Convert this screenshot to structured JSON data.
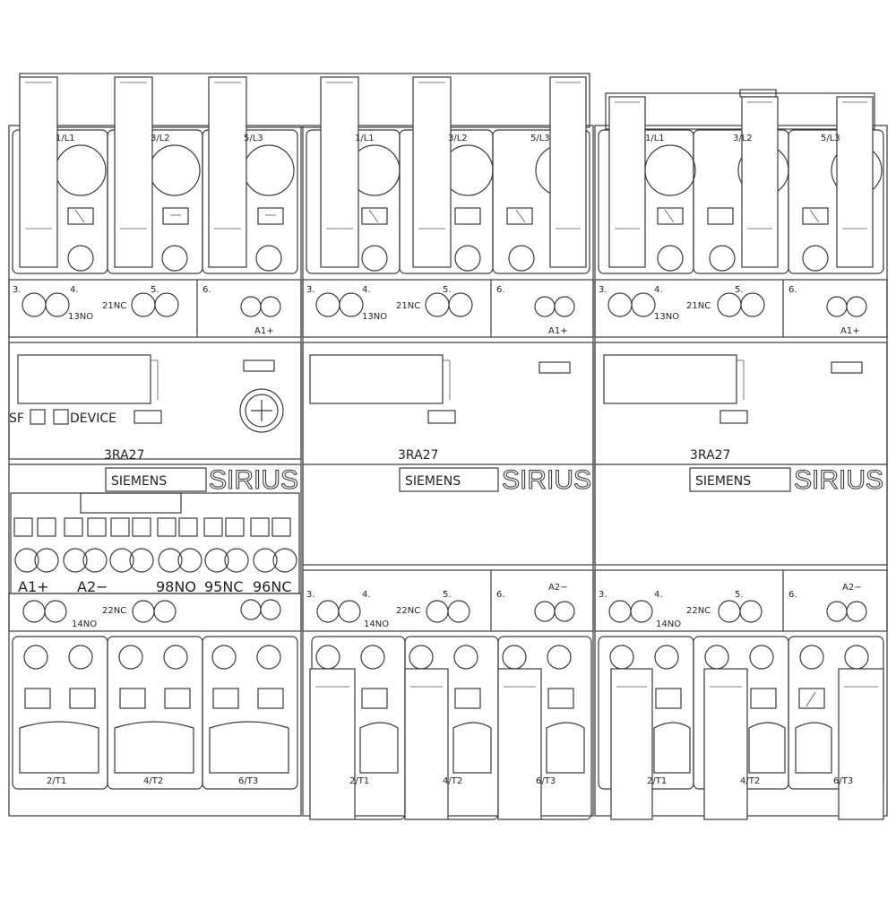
{
  "colors": {
    "stroke": "#3a3a3a",
    "fill": "#ffffff",
    "text": "#222222"
  },
  "modules": [
    {
      "model": "3RA27",
      "brand": "SIEMENS",
      "series": "SIRIUS",
      "top_terminals": [
        "1/L1",
        "3/L2",
        "5/L3"
      ],
      "aux_top": [
        "3.",
        "4.",
        "5.",
        "6.",
        "13NO",
        "21NC",
        "A1+"
      ],
      "aux_bottom": [
        "14NO",
        "22NC"
      ],
      "bottom_terminals": [
        "2/T1",
        "4/T2",
        "6/T3"
      ],
      "face_labels": {
        "sf": "SF",
        "device": "DEVICE"
      },
      "io_labels": [
        "A1+",
        "A2−",
        "98NO",
        "95NC",
        "96NC"
      ]
    },
    {
      "model": "3RA27",
      "brand": "SIEMENS",
      "series": "SIRIUS",
      "top_terminals": [
        "1/L1",
        "3/L2",
        "5/L3"
      ],
      "aux_top": [
        "3.",
        "4.",
        "5.",
        "6.",
        "13NO",
        "21NC",
        "A1+"
      ],
      "aux_bottom": [
        "3.",
        "4.",
        "5.",
        "6.",
        "14NO",
        "22NC",
        "A2−"
      ],
      "bottom_terminals": [
        "2/T1",
        "4/T2",
        "6/T3"
      ]
    },
    {
      "model": "3RA27",
      "brand": "SIEMENS",
      "series": "SIRIUS",
      "top_terminals": [
        "1/L1",
        "3/L2",
        "5/L3"
      ],
      "aux_top": [
        "3.",
        "4.",
        "5.",
        "6.",
        "13NO",
        "21NC",
        "A1+"
      ],
      "aux_bottom": [
        "3.",
        "4.",
        "5.",
        "6.",
        "14NO",
        "22NC",
        "A2−"
      ],
      "bottom_terminals": [
        "2/T1",
        "4/T2",
        "6/T3"
      ]
    }
  ]
}
